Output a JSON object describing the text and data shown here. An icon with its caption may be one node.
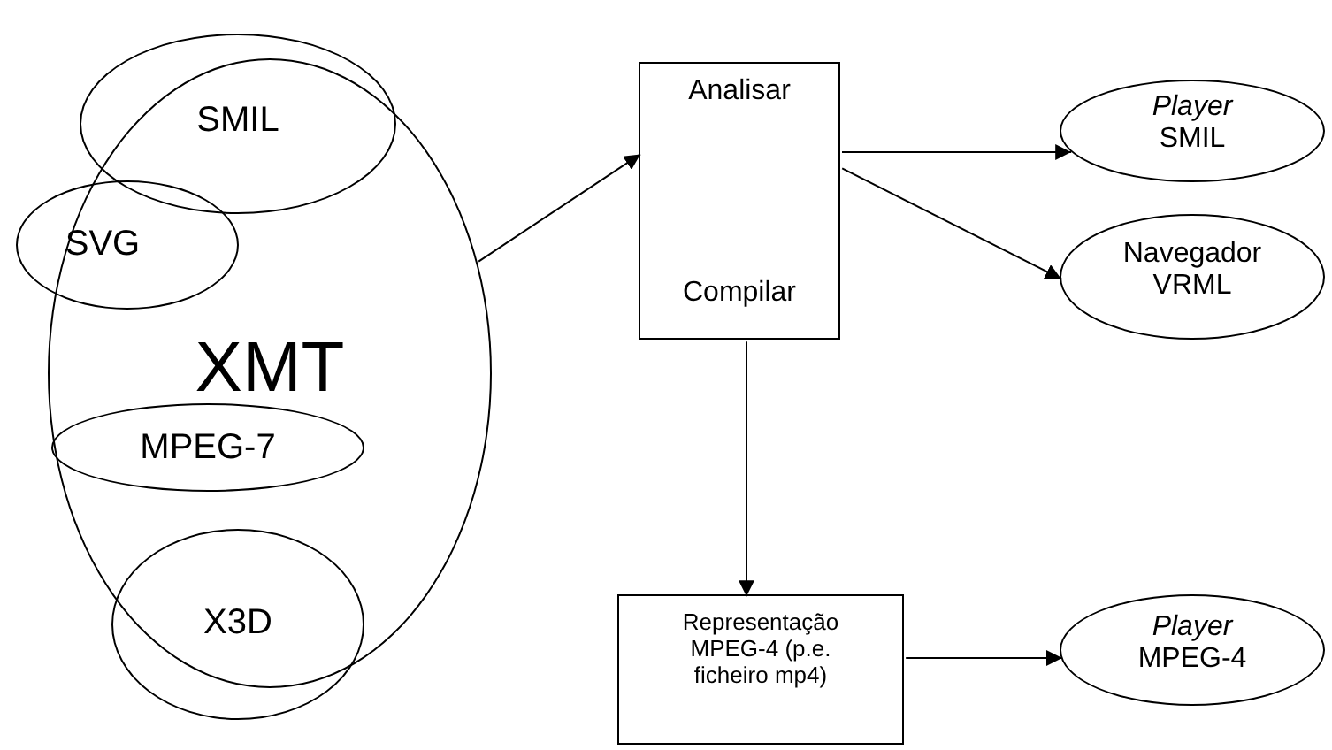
{
  "diagram": {
    "nodes": [
      {
        "text": [
          "XMT"
        ]
      },
      {
        "text": [
          "SMIL"
        ]
      },
      {
        "text": [
          "SVG"
        ]
      },
      {
        "text": [
          "MPEG-7"
        ],
        "in": 0
      },
      {
        "text": [
          "X3D"
        ]
      },
      {
        "text": [
          "Analisar",
          "Compilar"
        ]
      },
      {
        "text": [
          "*Player* SMIL"
        ]
      },
      {
        "text": [
          "Navegador VRML"
        ]
      },
      {
        "text": [
          "Representação MPEG-4 (p.e. ficheiro mp4)"
        ]
      },
      {
        "text": [
          "*Player* MPEG-4"
        ]
      }
    ],
    "edges": [
      {
        "from": 0,
        "to": 5,
        "arrow": "to"
      },
      {
        "from": 5,
        "to": 6,
        "arrow": "to"
      },
      {
        "from": 5,
        "to": 7,
        "arrow": "to"
      },
      {
        "from": 5,
        "to": 8,
        "arrow": "to"
      },
      {
        "from": 8,
        "to": 9,
        "arrow": "to"
      }
    ]
  }
}
